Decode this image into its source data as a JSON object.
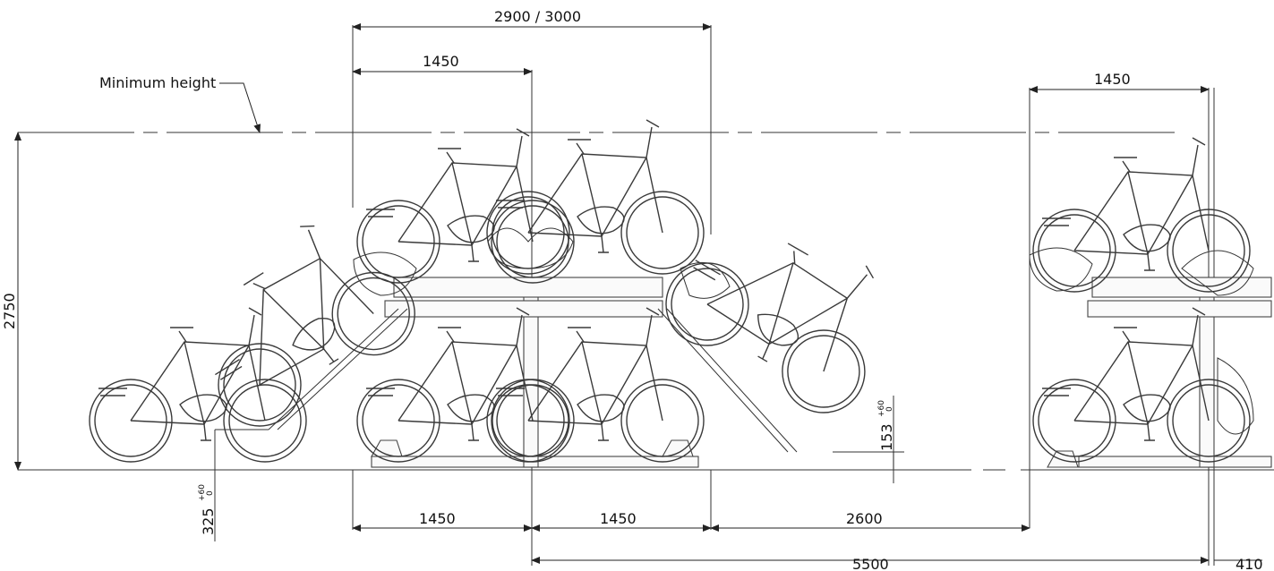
{
  "drawing": {
    "label_min_height": "Minimum height",
    "dim_total_width": "2900 / 3000",
    "dim_half_top": "1450",
    "dim_right_top": "1450",
    "dim_height": "2750",
    "dim_bottom_left": "1450",
    "dim_bottom_mid": "1450",
    "dim_gap": "2600",
    "dim_total_length": "5500",
    "dim_end": "410",
    "dim_lift_right": "153",
    "dim_lift_left": "325",
    "tol_upper": "+60",
    "tol_lower": "0"
  }
}
